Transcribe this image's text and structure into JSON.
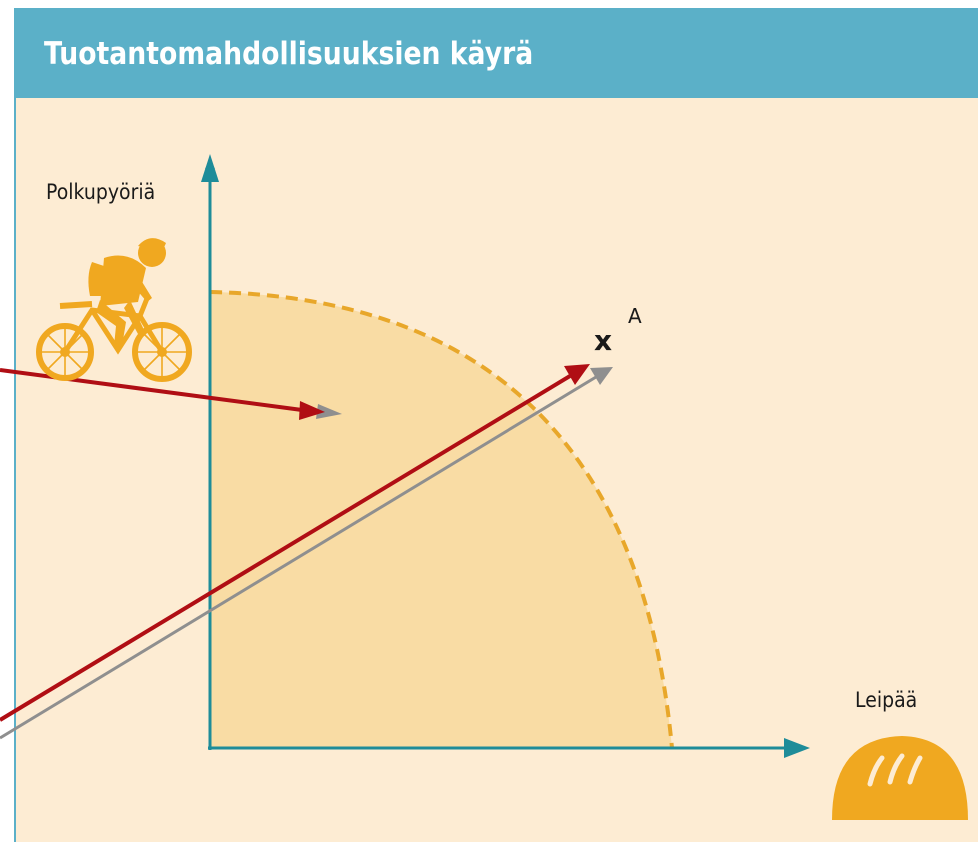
{
  "header": {
    "title": "Tuotantomahdollisuuksien käyrä"
  },
  "diagram": {
    "y_axis_label": "Polkupyöriä",
    "x_axis_label": "Leipää",
    "point_label": "A",
    "point_marker": "x",
    "icons": [
      "cyclist-icon",
      "bread-icon"
    ]
  },
  "colors": {
    "title_bar": "#5bb0c8",
    "background": "#fdecd3",
    "axis": "#1e8c99",
    "frontier_fill": "#f9dca4",
    "frontier_line": "#e8a72a",
    "icon": "#f0a820",
    "red_arrow": "#b00e14",
    "gray_arrow": "#8f8f8f"
  }
}
